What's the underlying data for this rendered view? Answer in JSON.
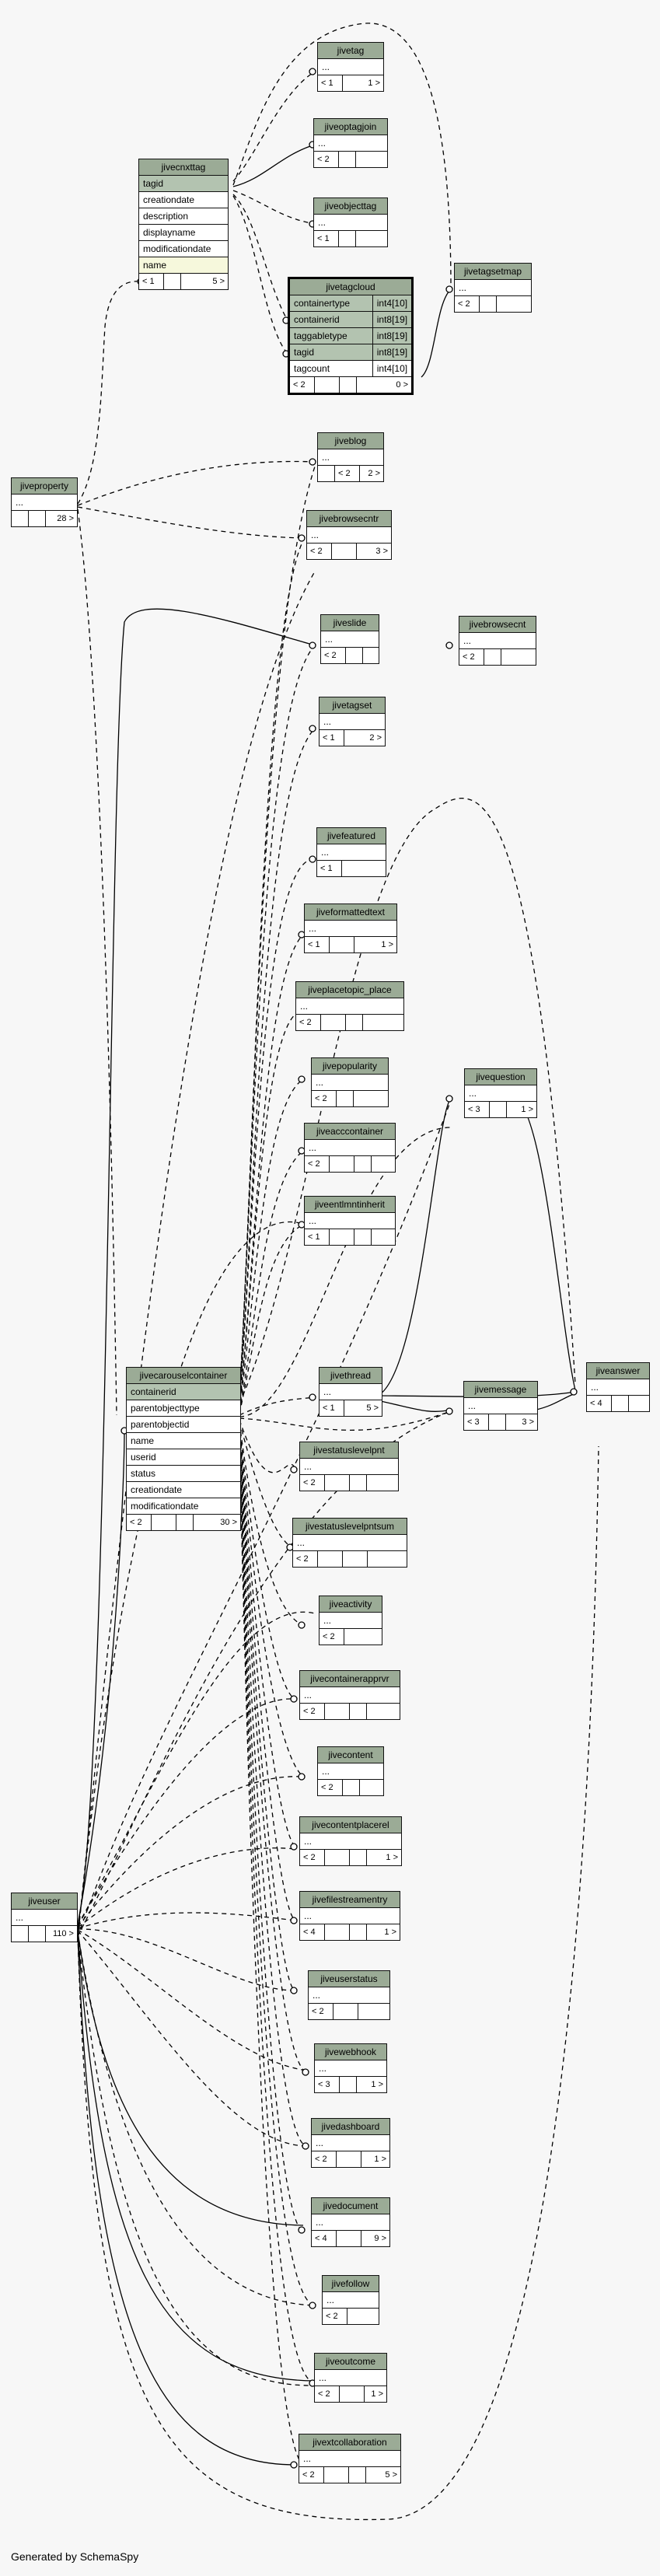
{
  "footer": "Generated by SchemaSpy",
  "tables": {
    "jivetag": {
      "name": "jivetag",
      "ellipsis": "...",
      "parents": "< 1",
      "children": "1 >"
    },
    "jiveoptagjoin": {
      "name": "jiveoptagjoin",
      "ellipsis": "...",
      "parents": "< 2",
      "children": ""
    },
    "jiveobjecttag": {
      "name": "jiveobjecttag",
      "ellipsis": "...",
      "parents": "< 1",
      "children": ""
    },
    "jivecnxttag": {
      "name": "jivecnxttag",
      "columns": [
        "tagid",
        "creationdate",
        "description",
        "displayname",
        "modificationdate",
        "name"
      ],
      "parents": "< 1",
      "children": "5 >"
    },
    "jivetagcloud": {
      "name": "jivetagcloud",
      "columns": [
        [
          "containertype",
          "int4[10]"
        ],
        [
          "containerid",
          "int8[19]"
        ],
        [
          "taggabletype",
          "int8[19]"
        ],
        [
          "tagid",
          "int8[19]"
        ],
        [
          "tagcount",
          "int4[10]"
        ]
      ],
      "parents": "< 2",
      "children": "0 >"
    },
    "jivetagsetmap": {
      "name": "jivetagsetmap",
      "ellipsis": "...",
      "parents": "< 2",
      "children": ""
    },
    "jiveproperty": {
      "name": "jiveproperty",
      "ellipsis": "...",
      "parents": "",
      "children": "28 >"
    },
    "jiveblog": {
      "name": "jiveblog",
      "ellipsis": "...",
      "parents": "< 2",
      "children": "2 >"
    },
    "jivebrowsecntr": {
      "name": "jivebrowsecntr",
      "ellipsis": "...",
      "parents": "< 2",
      "children": "3 >"
    },
    "jiveslide": {
      "name": "jiveslide",
      "ellipsis": "...",
      "parents": "< 2",
      "children": ""
    },
    "jivebrowsecnt": {
      "name": "jivebrowsecnt",
      "ellipsis": "...",
      "parents": "< 2",
      "children": ""
    },
    "jivetagset": {
      "name": "jivetagset",
      "ellipsis": "...",
      "parents": "< 1",
      "children": "2 >"
    },
    "jivefeatured": {
      "name": "jivefeatured",
      "ellipsis": "...",
      "parents": "< 1",
      "children": ""
    },
    "jiveformattedtext": {
      "name": "jiveformattedtext",
      "ellipsis": "...",
      "parents": "< 1",
      "children": "1 >"
    },
    "jiveplacetopic_place": {
      "name": "jiveplacetopic_place",
      "ellipsis": "...",
      "parents": "< 2",
      "children": ""
    },
    "jivepopularity": {
      "name": "jivepopularity",
      "ellipsis": "...",
      "parents": "< 2",
      "children": ""
    },
    "jivequestion": {
      "name": "jivequestion",
      "ellipsis": "...",
      "parents": "< 3",
      "children": "1 >"
    },
    "jiveacccontainer": {
      "name": "jiveacccontainer",
      "ellipsis": "...",
      "parents": "< 2",
      "children": ""
    },
    "jiveentlmntinherit": {
      "name": "jiveentlmntinherit",
      "ellipsis": "...",
      "parents": "< 1",
      "children": ""
    },
    "jivecarouselcontainer": {
      "name": "jivecarouselcontainer",
      "columns": [
        "containerid",
        "parentobjecttype",
        "parentobjectid",
        "name",
        "userid",
        "status",
        "creationdate",
        "modificationdate"
      ],
      "parents": "< 2",
      "children": "30 >"
    },
    "jivethread": {
      "name": "jivethread",
      "ellipsis": "...",
      "parents": "< 1",
      "children": "5 >"
    },
    "jivemessage": {
      "name": "jivemessage",
      "ellipsis": "...",
      "parents": "< 3",
      "children": "3 >"
    },
    "jiveanswer": {
      "name": "jiveanswer",
      "ellipsis": "...",
      "parents": "< 4",
      "children": ""
    },
    "jivestatuslevelpnt": {
      "name": "jivestatuslevelpnt",
      "ellipsis": "...",
      "parents": "< 2",
      "children": ""
    },
    "jivestatuslevelpntsum": {
      "name": "jivestatuslevelpntsum",
      "ellipsis": "...",
      "parents": "< 2",
      "children": ""
    },
    "jiveactivity": {
      "name": "jiveactivity",
      "ellipsis": "...",
      "parents": "< 2",
      "children": ""
    },
    "jivecontainerapprvr": {
      "name": "jivecontainerapprvr",
      "ellipsis": "...",
      "parents": "< 2",
      "children": ""
    },
    "jivecontent": {
      "name": "jivecontent",
      "ellipsis": "...",
      "parents": "< 2",
      "children": ""
    },
    "jivecontentplacerel": {
      "name": "jivecontentplacerel",
      "ellipsis": "...",
      "parents": "< 2",
      "children": "1 >"
    },
    "jivefilestreamentry": {
      "name": "jivefilestreamentry",
      "ellipsis": "...",
      "parents": "< 4",
      "children": "1 >"
    },
    "jiveuser": {
      "name": "jiveuser",
      "ellipsis": "...",
      "parents": "",
      "children": "110 >"
    },
    "jiveuserstatus": {
      "name": "jiveuserstatus",
      "ellipsis": "...",
      "parents": "< 2",
      "children": ""
    },
    "jivewebhook": {
      "name": "jivewebhook",
      "ellipsis": "...",
      "parents": "< 3",
      "children": "1 >"
    },
    "jivedashboard": {
      "name": "jivedashboard",
      "ellipsis": "...",
      "parents": "< 2",
      "children": "1 >"
    },
    "jivedocument": {
      "name": "jivedocument",
      "ellipsis": "...",
      "parents": "< 4",
      "children": "9 >"
    },
    "jivefollow": {
      "name": "jivefollow",
      "ellipsis": "...",
      "parents": "< 2",
      "children": ""
    },
    "jiveoutcome": {
      "name": "jiveoutcome",
      "ellipsis": "...",
      "parents": "< 2",
      "children": "1 >"
    },
    "jivextcollaboration": {
      "name": "jivextcollaboration",
      "ellipsis": "...",
      "parents": "< 2",
      "children": "5 >"
    }
  }
}
